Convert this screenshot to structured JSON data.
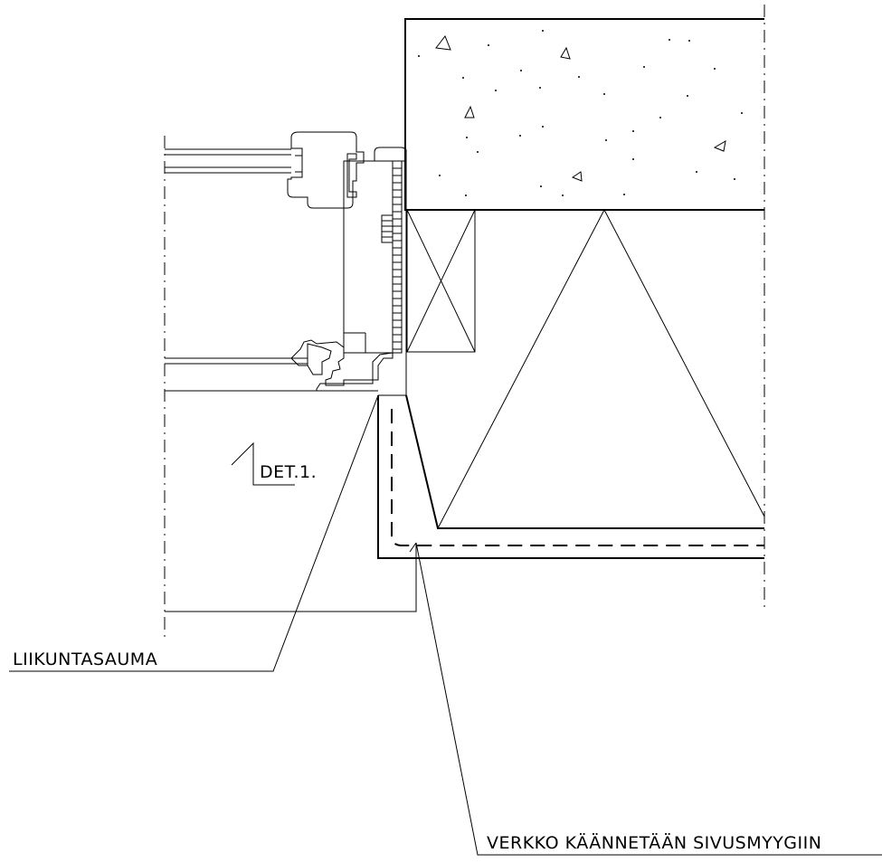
{
  "labels": {
    "detail_ref": "DET.1.",
    "movement_joint": "LIIKUNTASAUMA",
    "mesh_note": "VERKKO KÄÄNNETÄÄN SIVUSMYYGIIN"
  }
}
